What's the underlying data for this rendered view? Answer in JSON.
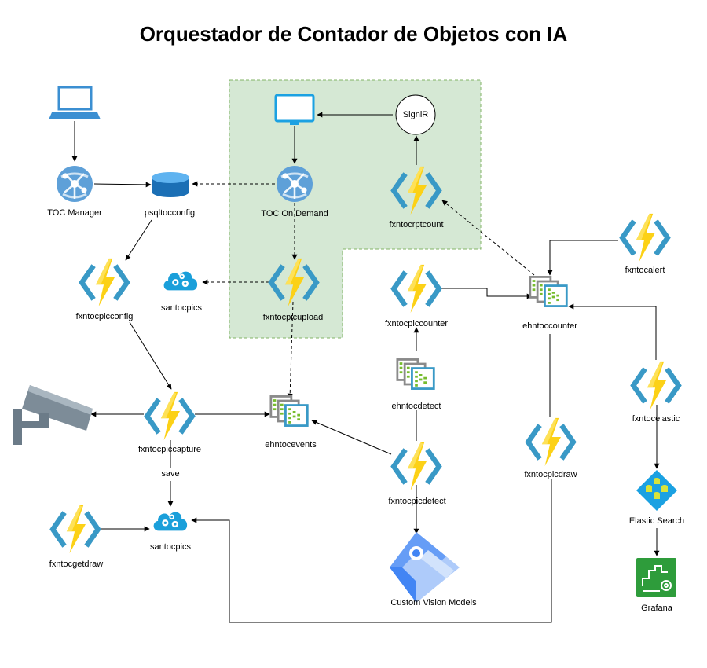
{
  "title": "Orquestador de Contador de Objetos con IA",
  "colors": {
    "zone_fill": "#d5e8d4",
    "zone_border": "#82b366",
    "function_bolt": "#fcd116",
    "function_bracket": "#3999c6",
    "eventhub": "#76bc2d",
    "monitor": "#1ba1e2",
    "storage": "#1a9fda",
    "webapp": "#3b8fd2",
    "database": "#1b6fb5",
    "grafana": "#2e9c3b",
    "camera": "#6b7b88"
  },
  "nodes": {
    "toc_manager": "TOC Manager",
    "psqltocconfig": "psqltocconfig",
    "toc_on_demand": "TOC On Demand",
    "signalr": "SignlR",
    "fxntocrptcount": "fxntocrptcount",
    "fxntocpicconfig": "fxntocpicconfig",
    "santocpics_top": "santocpics",
    "fxntocpicupload": "fxntocpicupload",
    "fxntocpiccounter": "fxntocpiccounter",
    "ehntoccounter": "ehntoccounter",
    "fxntocalert": "fxntocalert",
    "ehntocdetect": "ehntocdetect",
    "fxntocelastic": "fxntocelastic",
    "fxntocpiccapture": "fxntocpiccapture",
    "ehntocevents": "ehntocevents",
    "fxntocpicdetect": "fxntocpicdetect",
    "fxntocpicdraw": "fxntocpicdraw",
    "save_label": "save",
    "fxntocgetdraw": "fxntocgetdraw",
    "santocpics_bottom": "santocpics",
    "elastic_search": "Elastic Search",
    "custom_vision": "Custom Vision Models",
    "grafana": "Grafana"
  },
  "icons": {
    "laptop": "laptop-icon",
    "monitor": "monitor-icon",
    "webapp": "web-app-icon",
    "database": "database-icon",
    "function": "function-icon",
    "storage": "storage-cloud-icon",
    "eventhub": "event-hub-icon",
    "camera": "security-camera-icon",
    "elastic": "elastic-search-icon",
    "custom_vision": "custom-vision-icon",
    "grafana": "grafana-icon"
  }
}
